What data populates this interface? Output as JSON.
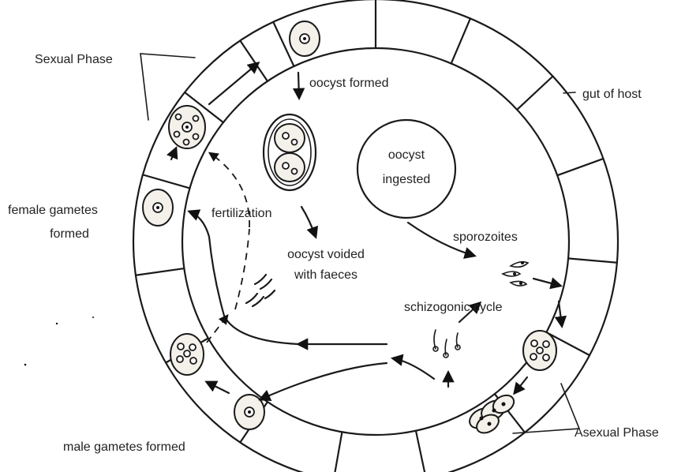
{
  "labels": {
    "sexual_phase": "Sexual Phase",
    "gut_of_host": "gut of host",
    "oocyst_formed": "oocyst formed",
    "oocyst_ingested_1": "oocyst",
    "oocyst_ingested_2": "ingested",
    "sporozoites": "sporozoites",
    "fertilization": "fertilization",
    "female_gametes_1": "female gametes",
    "female_gametes_2": "formed",
    "oocyst_voided_1": "oocyst voided",
    "oocyst_voided_2": "with faeces",
    "schizogonic_cycle": "schizogonic cycle",
    "asexual_phase": "Asexual Phase",
    "male_gametes": "male gametes formed"
  }
}
